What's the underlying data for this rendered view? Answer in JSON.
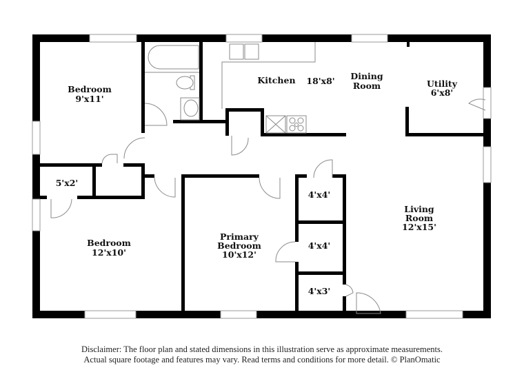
{
  "plan": {
    "rooms": [
      {
        "id": "bedroom-2",
        "name": "Bedroom",
        "dims": "9'x11'"
      },
      {
        "id": "kitchen",
        "name": "Kitchen",
        "dims": "18'x8'"
      },
      {
        "id": "dining",
        "name": "Dining Room",
        "line1": "Dining",
        "line2": "Room"
      },
      {
        "id": "utility",
        "name": "Utility",
        "dims": "6'x8'"
      },
      {
        "id": "closet-hall",
        "dims": "5'x2'"
      },
      {
        "id": "bedroom-3",
        "name": "Bedroom",
        "dims": "12'x10'"
      },
      {
        "id": "primary",
        "line1": "Primary",
        "line2": "Bedroom",
        "dims": "10'x12'"
      },
      {
        "id": "closet-a",
        "dims": "4'x4'"
      },
      {
        "id": "closet-b",
        "dims": "4'x4'"
      },
      {
        "id": "closet-c",
        "dims": "4'x3'"
      },
      {
        "id": "living",
        "line1": "Living",
        "line2": "Room",
        "dims": "12'x15'"
      }
    ],
    "colors": {
      "wall": "#000000",
      "fixture": "#8a8a8a",
      "background": "#ffffff"
    }
  },
  "disclaimer": {
    "line1": "Disclaimer: The floor plan and stated dimensions in this illustration serve as approximate measurements.",
    "line2": "Actual square footage and features may vary. Read terms and conditions for more detail. © PlanOmatic"
  }
}
